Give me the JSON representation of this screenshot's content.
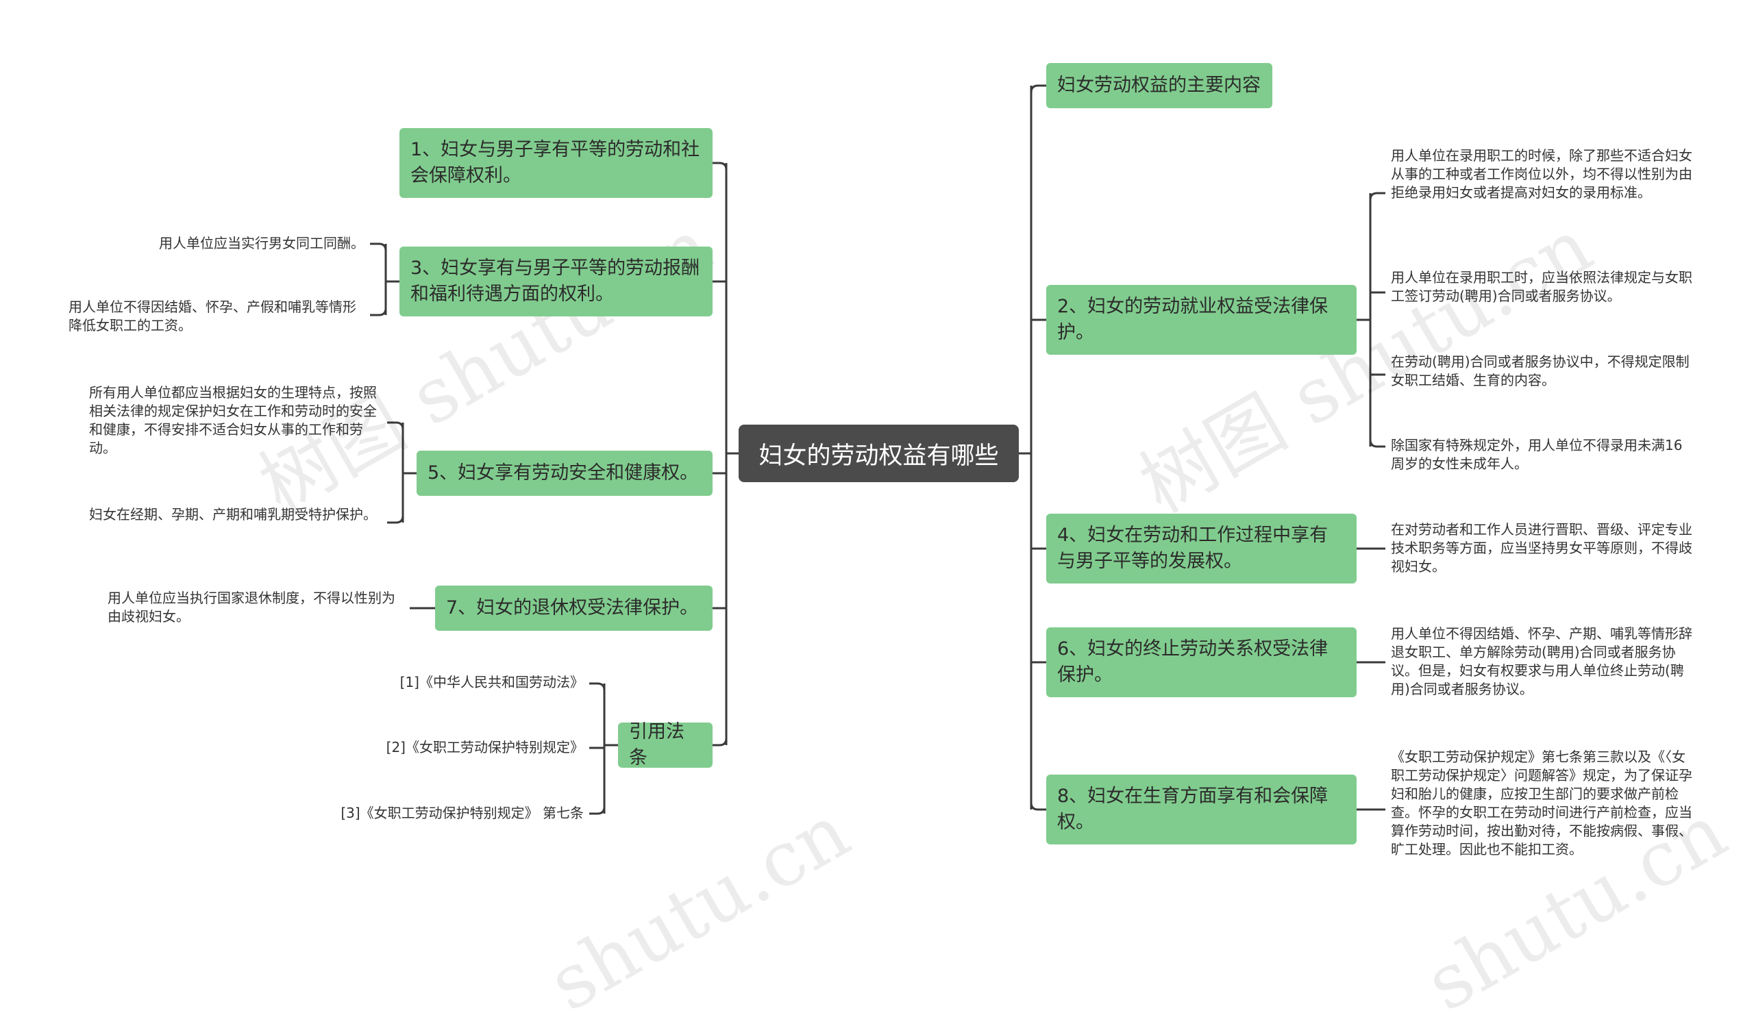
{
  "root": "妇女的劳动权益有哪些",
  "right": {
    "main_content": "妇女劳动权益的主要内容",
    "n2": "2、妇女的劳动就业权益受法律保护。",
    "n2_leaves": [
      "用人单位在录用职工的时候，除了那些不适合妇女从事的工种或者工作岗位以外，均不得以性别为由拒绝录用妇女或者提高对妇女的录用标准。",
      "用人单位在录用职工时，应当依照法律规定与女职工签订劳动(聘用)合同或者服务协议。",
      "在劳动(聘用)合同或者服务协议中，不得规定限制女职工结婚、生育的内容。",
      "除国家有特殊规定外，用人单位不得录用未满16周岁的女性未成年人。"
    ],
    "n4": "4、妇女在劳动和工作过程中享有与男子平等的发展权。",
    "n4_leaf": "在对劳动者和工作人员进行晋职、晋级、评定专业技术职务等方面，应当坚持男女平等原则，不得歧视妇女。",
    "n6": "6、妇女的终止劳动关系权受法律保护。",
    "n6_leaf": "用人单位不得因结婚、怀孕、产期、哺乳等情形辞退女职工、单方解除劳动(聘用)合同或者服务协议。但是，妇女有权要求与用人单位终止劳动(聘用)合同或者服务协议。",
    "n8": "8、妇女在生育方面享有和会保障权。",
    "n8_leaf": "《女职工劳动保护规定》第七条第三款以及《〈女职工劳动保护规定〉问题解答》规定，为了保证孕妇和胎儿的健康，应按卫生部门的要求做产前检查。怀孕的女职工在劳动时间进行产前检查，应当算作劳动时间，按出勤对待，不能按病假、事假、旷工处理。因此也不能扣工资。"
  },
  "left": {
    "n1": "1、妇女与男子享有平等的劳动和社会保障权利。",
    "n3": "3、妇女享有与男子平等的劳动报酬和福利待遇方面的权利。",
    "n3_leaves": [
      "用人单位应当实行男女同工同酬。",
      "用人单位不得因结婚、怀孕、产假和哺乳等情形降低女职工的工资。"
    ],
    "n5": "5、妇女享有劳动安全和健康权。",
    "n5_leaves": [
      "所有用人单位都应当根据妇女的生理特点，按照相关法律的规定保护妇女在工作和劳动时的安全和健康，不得安排不适合妇女从事的工作和劳动。",
      "妇女在经期、孕期、产期和哺乳期受特护保护。"
    ],
    "n7": "7、妇女的退休权受法律保护。",
    "n7_leaf": "用人单位应当执行国家退休制度，不得以性别为由歧视妇女。",
    "refs": "引用法条",
    "refs_leaves": [
      "[1]《中华人民共和国劳动法》",
      "[2]《女职工劳动保护特别规定》",
      "[3]《女职工劳动保护特别规定》 第七条"
    ]
  },
  "watermarks": [
    "树图 shutu.cn",
    "树图 shutu.cn",
    "shutu.cn",
    "shutu.cn"
  ],
  "colors": {
    "node": "#80cc8e",
    "root": "#4b4b4b",
    "line": "#3a3a3a"
  }
}
